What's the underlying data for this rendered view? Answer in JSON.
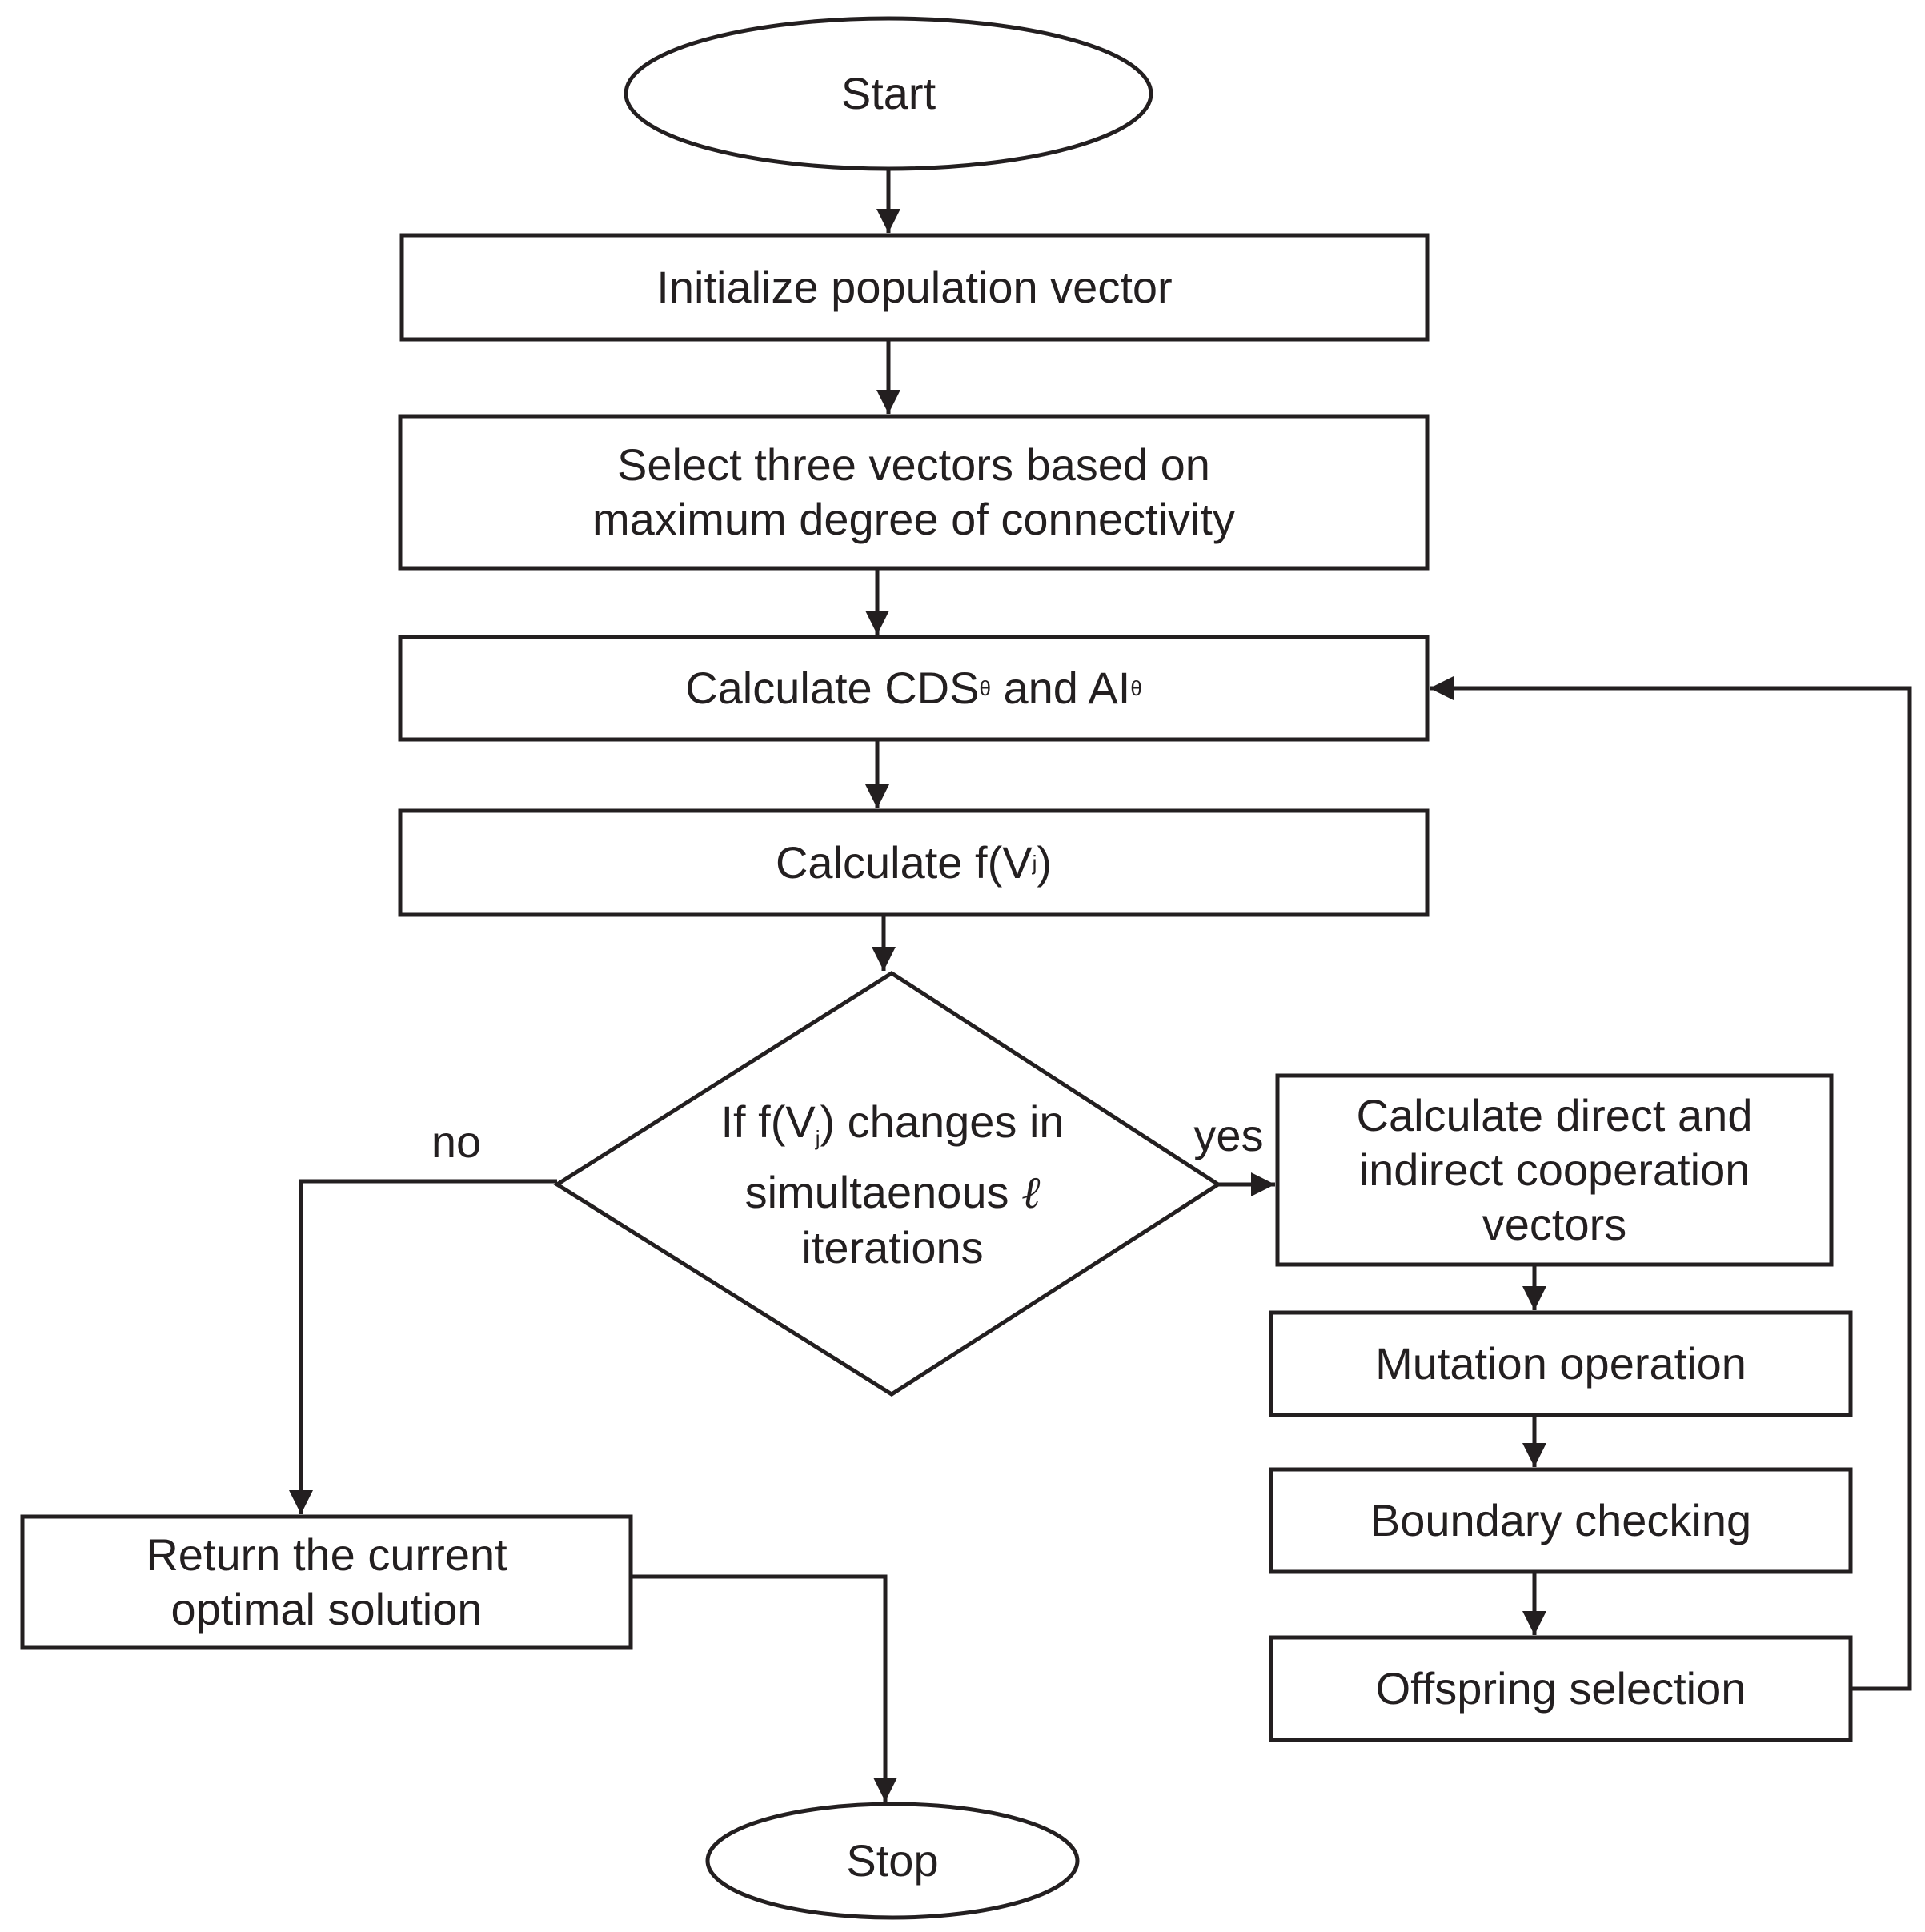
{
  "start": "Start",
  "stop": "Stop",
  "init": "Initialize population vector",
  "select": {
    "line1": "Select three vectors based on",
    "line2": "maximum degree of connectivity"
  },
  "calc_cds": {
    "prefix": "Calculate CDS",
    "sub1": "θ",
    "mid": " and AI",
    "sub2": "θ"
  },
  "calc_f": {
    "prefix": "Calculate f(V",
    "sub": "j",
    "suffix": ")"
  },
  "decision": {
    "line1_prefix": "If f(V",
    "line1_sub": "j",
    "line1_suffix": ") changes in",
    "line2": "simultaenous",
    "line2_symbol": "ℓ",
    "line3": "iterations"
  },
  "label_no": "no",
  "label_yes": "yes",
  "coop": {
    "line1": "Calculate direct and",
    "line2": "indirect cooperation",
    "line3": "vectors"
  },
  "mutation": "Mutation operation",
  "boundary": "Boundary checking",
  "offspring": "Offspring selection",
  "return": {
    "line1": "Return the current",
    "line2": "optimal solution"
  }
}
